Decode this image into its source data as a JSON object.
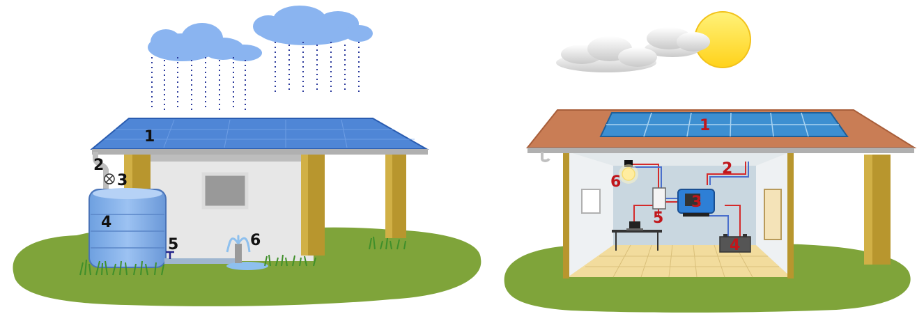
{
  "rain_house": {
    "labels": {
      "roof": "1",
      "gutter": "2",
      "valve": "3",
      "tank": "4",
      "tap": "5",
      "fountain": "6"
    }
  },
  "solar_house": {
    "labels": {
      "panel": "1",
      "wiring": "2",
      "controller": "3",
      "battery": "4",
      "switch_box": "5",
      "lamp": "6"
    }
  },
  "colors": {
    "grass": "#7fa43a",
    "sky_cloud": "#8ab4f0",
    "rain_roof": "#4f86d6",
    "solar_roof": "#c97d55",
    "panel": "#3d8fd1",
    "sun": "#ffe23a",
    "label_black": "#111111",
    "label_red": "#c0161b"
  }
}
